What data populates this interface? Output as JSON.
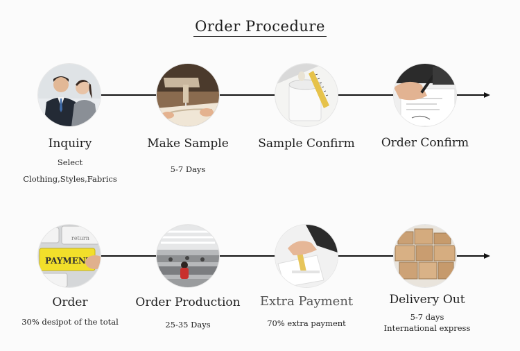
{
  "title": "Order Procedure",
  "steps": [
    {
      "label": "Inquiry",
      "sub1": "Select",
      "sub2": "Clothing,Styles,Fabrics",
      "icon": "business-meeting-image"
    },
    {
      "label": "Make Sample",
      "sub1": "5-7 Days",
      "icon": "sewing-machine-image"
    },
    {
      "label": "Sample Confirm",
      "icon": "fabric-measuring-tape-image"
    },
    {
      "label": "Order Confirm",
      "icon": "signing-contract-image"
    },
    {
      "label": "Order",
      "sub1": "30% desipot of the total",
      "icon": "payment-keyboard-image",
      "key_text": "PAYMENT",
      "key_small": "return"
    },
    {
      "label": "Order Production",
      "sub1": "25-35 Days",
      "icon": "garment-factory-image"
    },
    {
      "label": "Extra Payment",
      "sub1": "70% extra payment",
      "icon": "card-payment-image"
    },
    {
      "label": "Delivery Out",
      "sub1": "5-7 days",
      "sub2": "International express",
      "icon": "cardboard-boxes-image"
    }
  ]
}
